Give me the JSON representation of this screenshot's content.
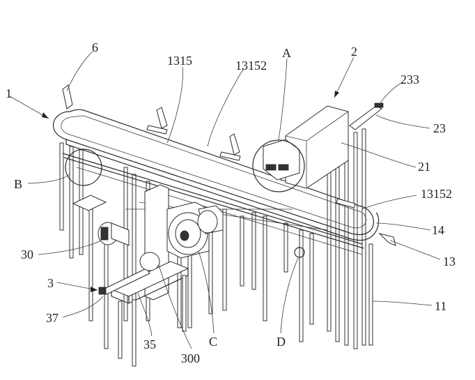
{
  "figure": {
    "labels": {
      "l1": "1",
      "l6": "6",
      "l1315": "1315",
      "l13152_top": "13152",
      "lA": "A",
      "l2": "2",
      "l233": "233",
      "l23": "23",
      "lB": "B",
      "l21": "21",
      "l13152_right": "13152",
      "l14": "14",
      "l30": "30",
      "l13": "13",
      "l3": "3",
      "l11": "11",
      "l37": "37",
      "l35": "35",
      "l300": "300",
      "lC": "C",
      "lD": "D"
    }
  }
}
